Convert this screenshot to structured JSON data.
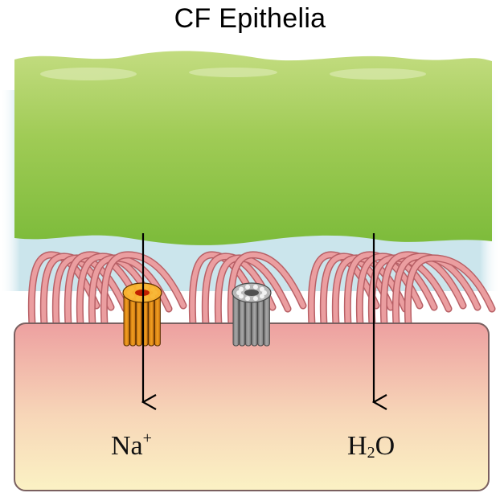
{
  "figure": {
    "title": "CF Epithelia",
    "labels": {
      "sodium": {
        "base": "Na",
        "superscript": "+"
      },
      "water": {
        "prefix": "H",
        "subscript": "2",
        "suffix": "O"
      }
    },
    "colors": {
      "mucus_top": "#c3dc80",
      "mucus_mid": "#9fcb55",
      "mucus_bottom": "#7cbb3a",
      "airway_fluid": "#cbe5ec",
      "cilia": "#eb9ea0",
      "cilia_outline": "#b86066",
      "cell_top": "#eda0a0",
      "cell_bottom": "#fbf2c4",
      "cell_outline": "#7a6060",
      "enac_channel": "#f0a020",
      "cftr_channel": "#a8a8a8",
      "arrow": "#000000"
    }
  }
}
